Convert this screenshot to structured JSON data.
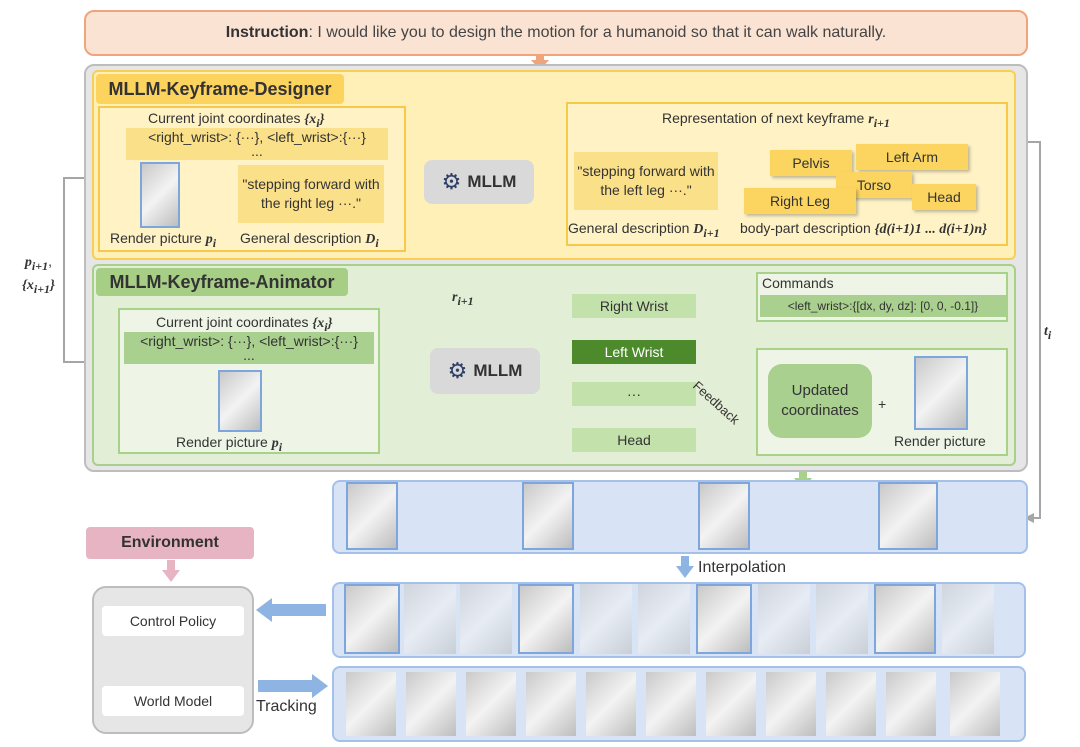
{
  "instruction": {
    "label": "Instruction",
    "text": ": I would like you to design the motion for a humanoid so that it can walk naturally."
  },
  "designer": {
    "title": "MLLM-Keyframe-Designer",
    "current_label": "Current joint coordinates",
    "current_var": "{x",
    "current_sub": "i",
    "current_close": "}",
    "coords_line": "<right_wrist>: {···}, <left_wrist>:{···}",
    "coords_ellipsis": "...",
    "render_label": "Render picture",
    "render_var": "p",
    "render_sub": "i",
    "quote_right": "\"stepping forward with the right leg ···.\"",
    "general_label": "General description",
    "general_var": "D",
    "general_sub": "i",
    "mllm": "MLLM",
    "next_label": "Representation of next keyframe",
    "next_var": "r",
    "next_sub": "i+1",
    "quote_left": "\"stepping forward with the left leg ···.\"",
    "general_next_label": "General description",
    "general_next_var": "D",
    "general_next_sub": "i+1",
    "body_part_label": "body-part description",
    "body_part_math": "{d(i+1)1 ... d(i+1)n}",
    "cards": [
      "Pelvis",
      "Left Arm",
      "Torso",
      "Right Leg",
      "Head"
    ]
  },
  "animator": {
    "title": "MLLM-Keyframe-Animator",
    "current_label": "Current joint coordinates",
    "current_var": "{x",
    "current_sub": "i",
    "current_close": "}",
    "coords_line": "<right_wrist>: {···}, <left_wrist>:{···}",
    "coords_ellipsis": "...",
    "render_label": "Render picture",
    "render_var": "p",
    "render_sub": "i",
    "mllm": "MLLM",
    "r_label": "r",
    "r_sub": "i+1",
    "joints": [
      "Right Wrist",
      "Left Wrist",
      "···",
      "Head"
    ],
    "commands_label": "Commands",
    "command_line": "<left_wrist>:{[dx, dy, dz]: [0, 0, -0.1]}",
    "feedback": "Feedback",
    "updated": "Updated coordinates",
    "plus": "+",
    "render_picture": "Render picture"
  },
  "side": {
    "left_p": "p",
    "left_p_sub": "i+1",
    "left_comma": ",",
    "left_x": "{x",
    "left_x_sub": "i+1",
    "left_x_close": "}",
    "right_t": "t",
    "right_t_sub": "i"
  },
  "bottom": {
    "interpolation": "Interpolation",
    "tracking": "Tracking",
    "environment": "Environment",
    "control_policy": "Control Policy",
    "world_model": "World Model"
  },
  "colors": {
    "orange_border": "#f0a47c",
    "yellow_panel": "#fff0b8",
    "green_panel": "#e3eed6",
    "blue_strip": "#d8e4f6",
    "arrow_yellow": "#f7cf56",
    "arrow_green": "#a8d18a",
    "arrow_blue": "#8db4e2"
  }
}
